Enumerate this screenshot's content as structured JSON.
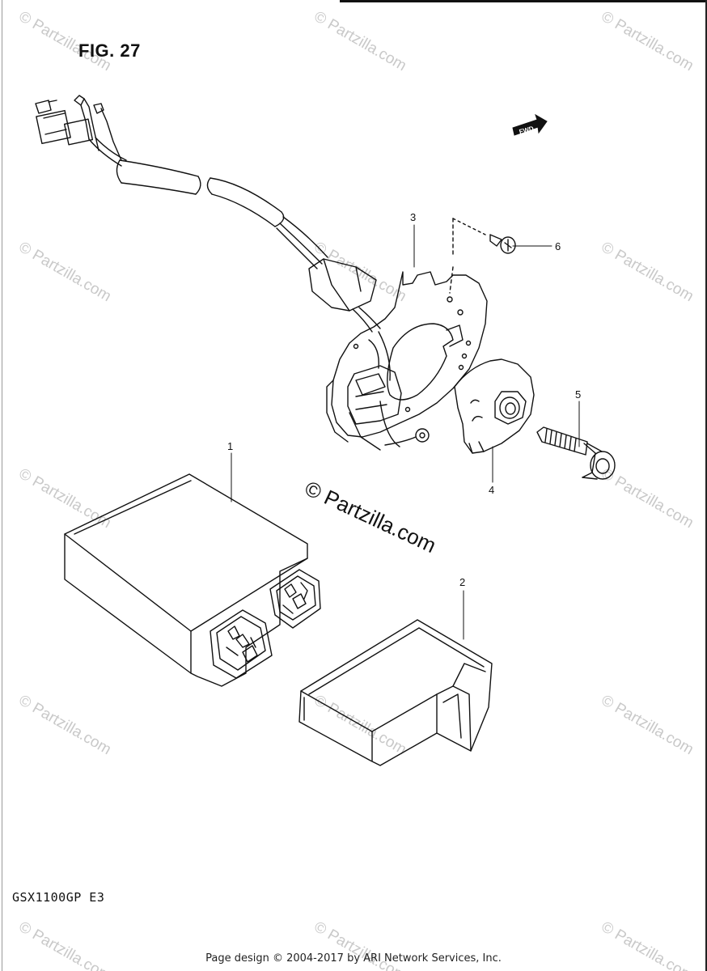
{
  "figure": {
    "title": "FIG. 27",
    "model_code": "GSX1100GP  E3",
    "fwd_label": "FWD"
  },
  "callouts": {
    "c1": "1",
    "c2": "2",
    "c3": "3",
    "c4": "4",
    "c5": "5",
    "c6": "6"
  },
  "watermark": {
    "text": "© Partzilla.com",
    "center_text": "© Partzilla.com"
  },
  "footer": {
    "text": "Page design © 2004-2017 by ARI Network Services, Inc."
  },
  "colors": {
    "line": "#111111",
    "watermark": "#c9c9c9"
  }
}
